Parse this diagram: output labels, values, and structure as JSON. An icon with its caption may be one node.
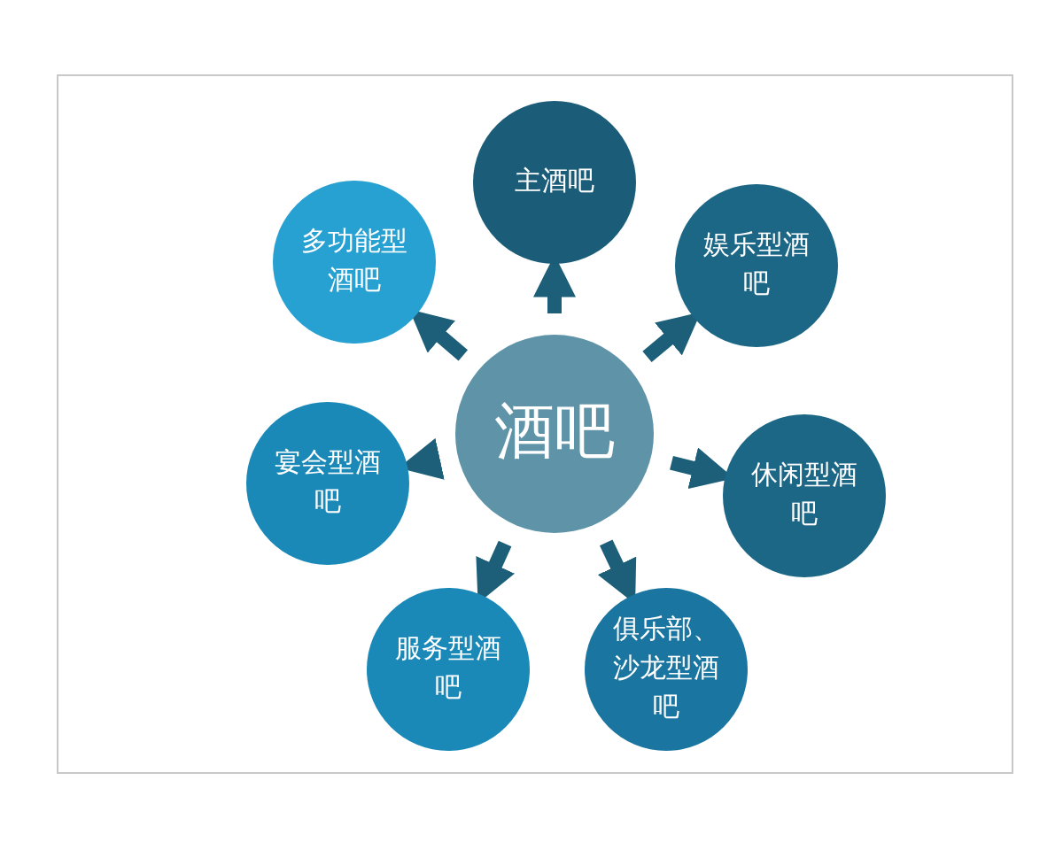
{
  "diagram": {
    "nodes": [
      {
        "text": [
          "酒吧"
        ]
      },
      {
        "text": [
          "主酒吧"
        ]
      },
      {
        "text": [
          "娱乐型酒吧"
        ]
      },
      {
        "text": [
          "休闲型酒吧"
        ]
      },
      {
        "text": [
          "俱乐部、沙龙型酒吧"
        ]
      },
      {
        "text": [
          "服务型酒吧"
        ]
      },
      {
        "text": [
          "宴会型酒吧"
        ]
      },
      {
        "text": [
          "多功能型酒吧"
        ]
      }
    ],
    "edges": [
      {
        "from": 0,
        "to": 1,
        "arrow": "to"
      },
      {
        "from": 0,
        "to": 2,
        "arrow": "to"
      },
      {
        "from": 0,
        "to": 3,
        "arrow": "to"
      },
      {
        "from": 0,
        "to": 4,
        "arrow": "to"
      },
      {
        "from": 0,
        "to": 5,
        "arrow": "to"
      },
      {
        "from": 0,
        "to": 6,
        "arrow": "to"
      },
      {
        "from": 0,
        "to": 7,
        "arrow": "to"
      }
    ]
  }
}
